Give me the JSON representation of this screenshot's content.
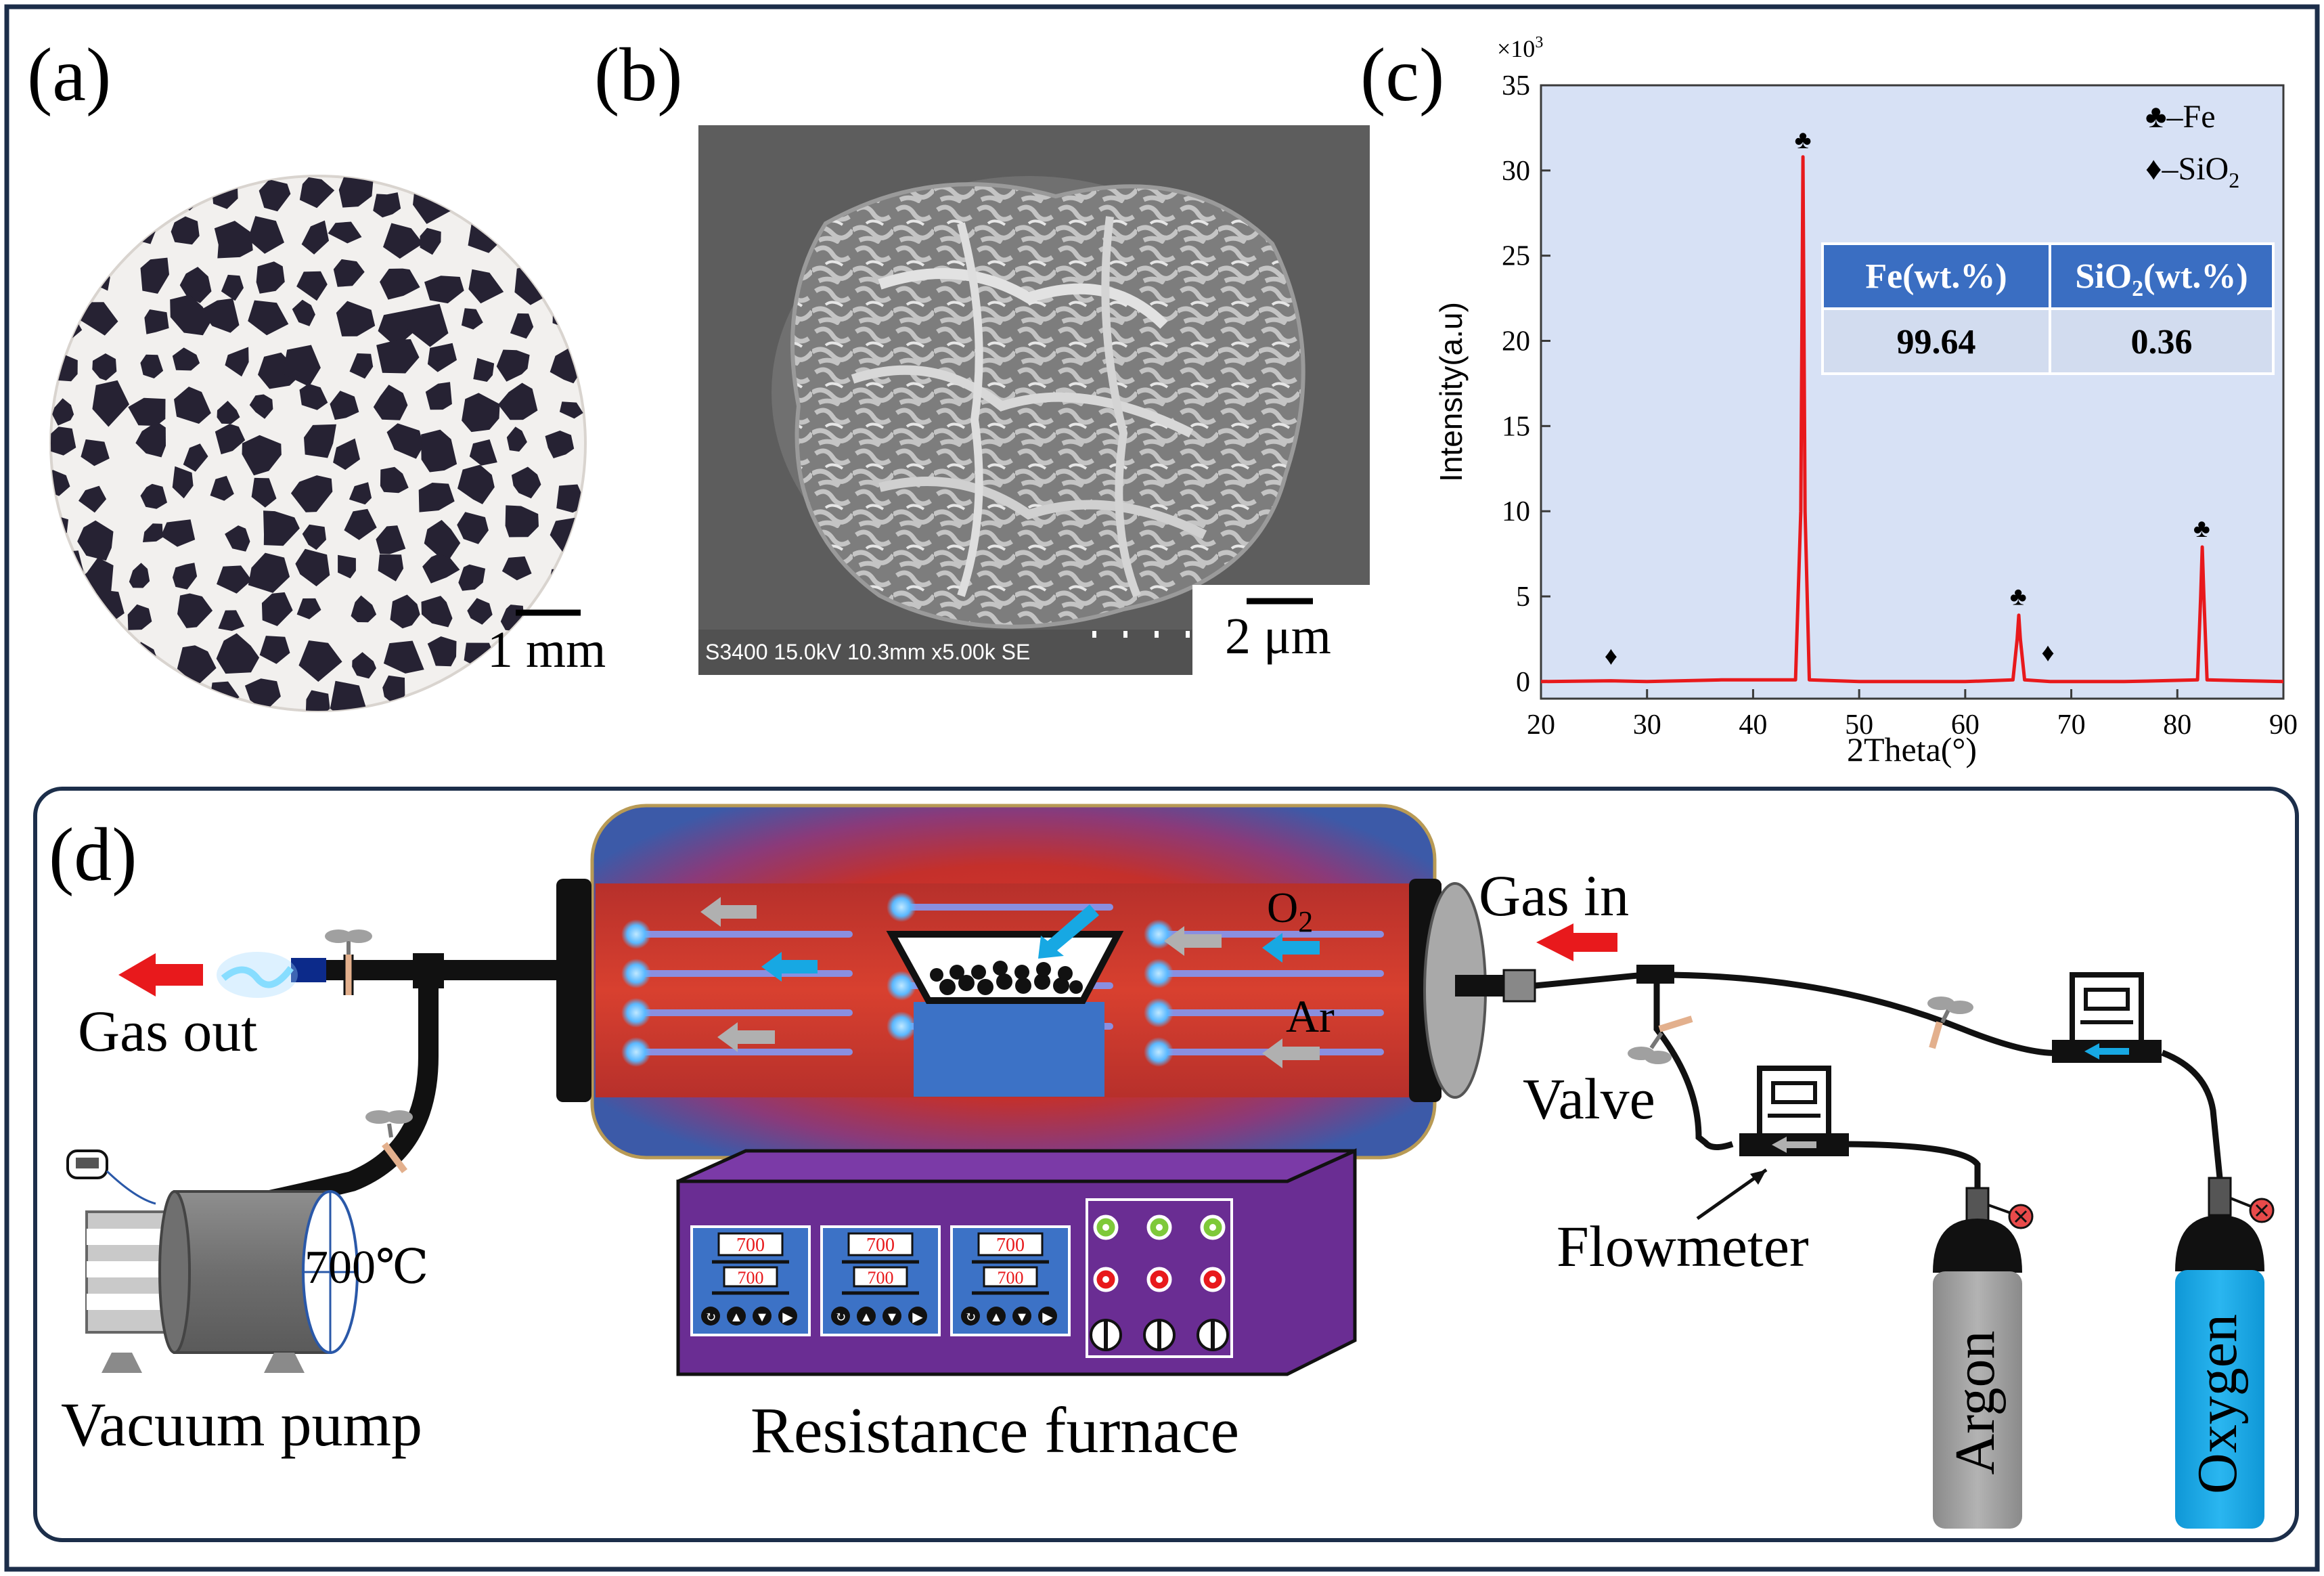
{
  "panels": {
    "a": {
      "label": "(a)",
      "scale_bar": "1 mm"
    },
    "b": {
      "label": "(b)",
      "scale_bar": "2 μm",
      "sem_info": "S3400 15.0kV 10.3mm x5.00k SE"
    },
    "c": {
      "label": "(c)"
    },
    "d": {
      "label": "(d)"
    }
  },
  "chart_data": {
    "type": "line",
    "title": "",
    "xlabel": "2Theta(°)",
    "ylabel": "Intensity(a.u)",
    "y_multiplier": "×10",
    "y_multiplier_exp": "3",
    "xlim": [
      20,
      90
    ],
    "ylim": [
      -1,
      35
    ],
    "xticks": [
      20,
      30,
      40,
      50,
      60,
      70,
      80,
      90
    ],
    "yticks": [
      0,
      5,
      10,
      15,
      20,
      25,
      30,
      35
    ],
    "series": [
      {
        "color": "#e8191c",
        "x": [
          20,
          26.6,
          30,
          37,
          44.0,
          44.5,
          44.7,
          44.9,
          45.3,
          50,
          60,
          64.5,
          64.9,
          65.05,
          65.2,
          65.6,
          68,
          75,
          81.9,
          82.2,
          82.35,
          82.5,
          82.8,
          90
        ],
        "y": [
          0.0,
          0.05,
          0.0,
          0.1,
          0.1,
          10.0,
          30.8,
          10.0,
          0.1,
          0.0,
          0.0,
          0.1,
          2.5,
          3.9,
          2.5,
          0.1,
          0.0,
          0.0,
          0.1,
          5.0,
          7.9,
          5.0,
          0.1,
          0.0
        ]
      }
    ],
    "peak_markers": [
      {
        "symbol": "♣",
        "x": 44.7,
        "y": 31.3
      },
      {
        "symbol": "♣",
        "x": 65.0,
        "y": 4.5
      },
      {
        "symbol": "♣",
        "x": 82.3,
        "y": 8.5
      },
      {
        "symbol": "♦",
        "x": 26.6,
        "y": 1.0
      },
      {
        "symbol": "♦",
        "x": 67.8,
        "y": 1.2
      }
    ],
    "legend": [
      {
        "symbol": "♣",
        "label": "–Fe"
      },
      {
        "symbol": "♦",
        "label": "–SiO",
        "sub": "2"
      }
    ],
    "composition_table": {
      "headers": [
        {
          "text": "Fe(wt.%)",
          "sub": ""
        },
        {
          "text": "SiO",
          "sub": "2",
          "after": "(wt.%)"
        }
      ],
      "values": [
        "99.64",
        "0.36"
      ]
    }
  },
  "diagram": {
    "gas_out": "Gas out",
    "gas_in": "Gas in",
    "o2": "O",
    "o2_sub": "2",
    "ar": "Ar",
    "valve": "Valve",
    "flowmeter": "Flowmeter",
    "vacuum_pump": "Vacuum pump",
    "resistance_furnace": "Resistance furnace",
    "temperature": "700℃",
    "controller_value": "700",
    "cylinder_argon": "Argon",
    "cylinder_oxygen": "Oxygen"
  },
  "colors": {
    "border": "#1c2e4a",
    "curve": "#e8191c",
    "plot_bg": "#d7e1f5",
    "table_header": "#3a6ec2",
    "furnace_blue": "#3d5aa6",
    "furnace_red": "#c7322b",
    "control_box": "#6a2d93",
    "argon_cylinder": "#9b9b9b",
    "oxygen_cylinder": "#1aa9e6",
    "arrow_red": "#e8191c",
    "arrow_blue": "#17a8e3",
    "arrow_gray": "#9a9a9a"
  }
}
